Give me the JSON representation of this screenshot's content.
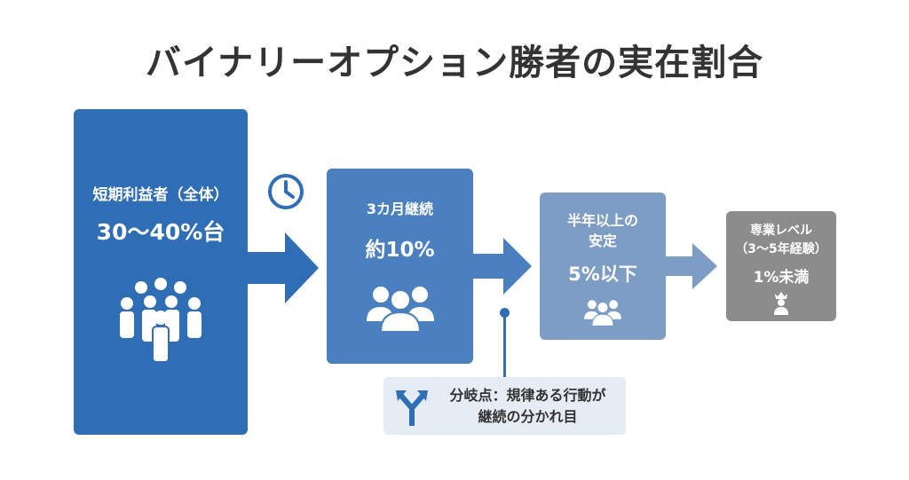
{
  "title": "バイナリーオプション勝者の実在割合",
  "stages": [
    {
      "label": "短期利益者（全体）",
      "value": "30〜40%台",
      "icon": "crowd-icon"
    },
    {
      "label": "3カ月継続",
      "value": "約10%",
      "icon": "group-icon"
    },
    {
      "label_line1": "半年以上の",
      "label_line2": "安定",
      "value": "5%以下",
      "icon": "small-group-icon"
    },
    {
      "label_line1": "専業レベル",
      "label_line2": "（3〜5年経験）",
      "value": "1%未満",
      "icon": "crowned-person-icon"
    }
  ],
  "callout": {
    "line1": "分岐点：規律ある行動が",
    "line2": "継続の分かれ目",
    "icon": "fork-icon"
  },
  "colors": {
    "stage1": "#2f6db5",
    "stage2": "#4a80c0",
    "stage3": "#7d9dc4",
    "stage4": "#8c8c8c"
  }
}
